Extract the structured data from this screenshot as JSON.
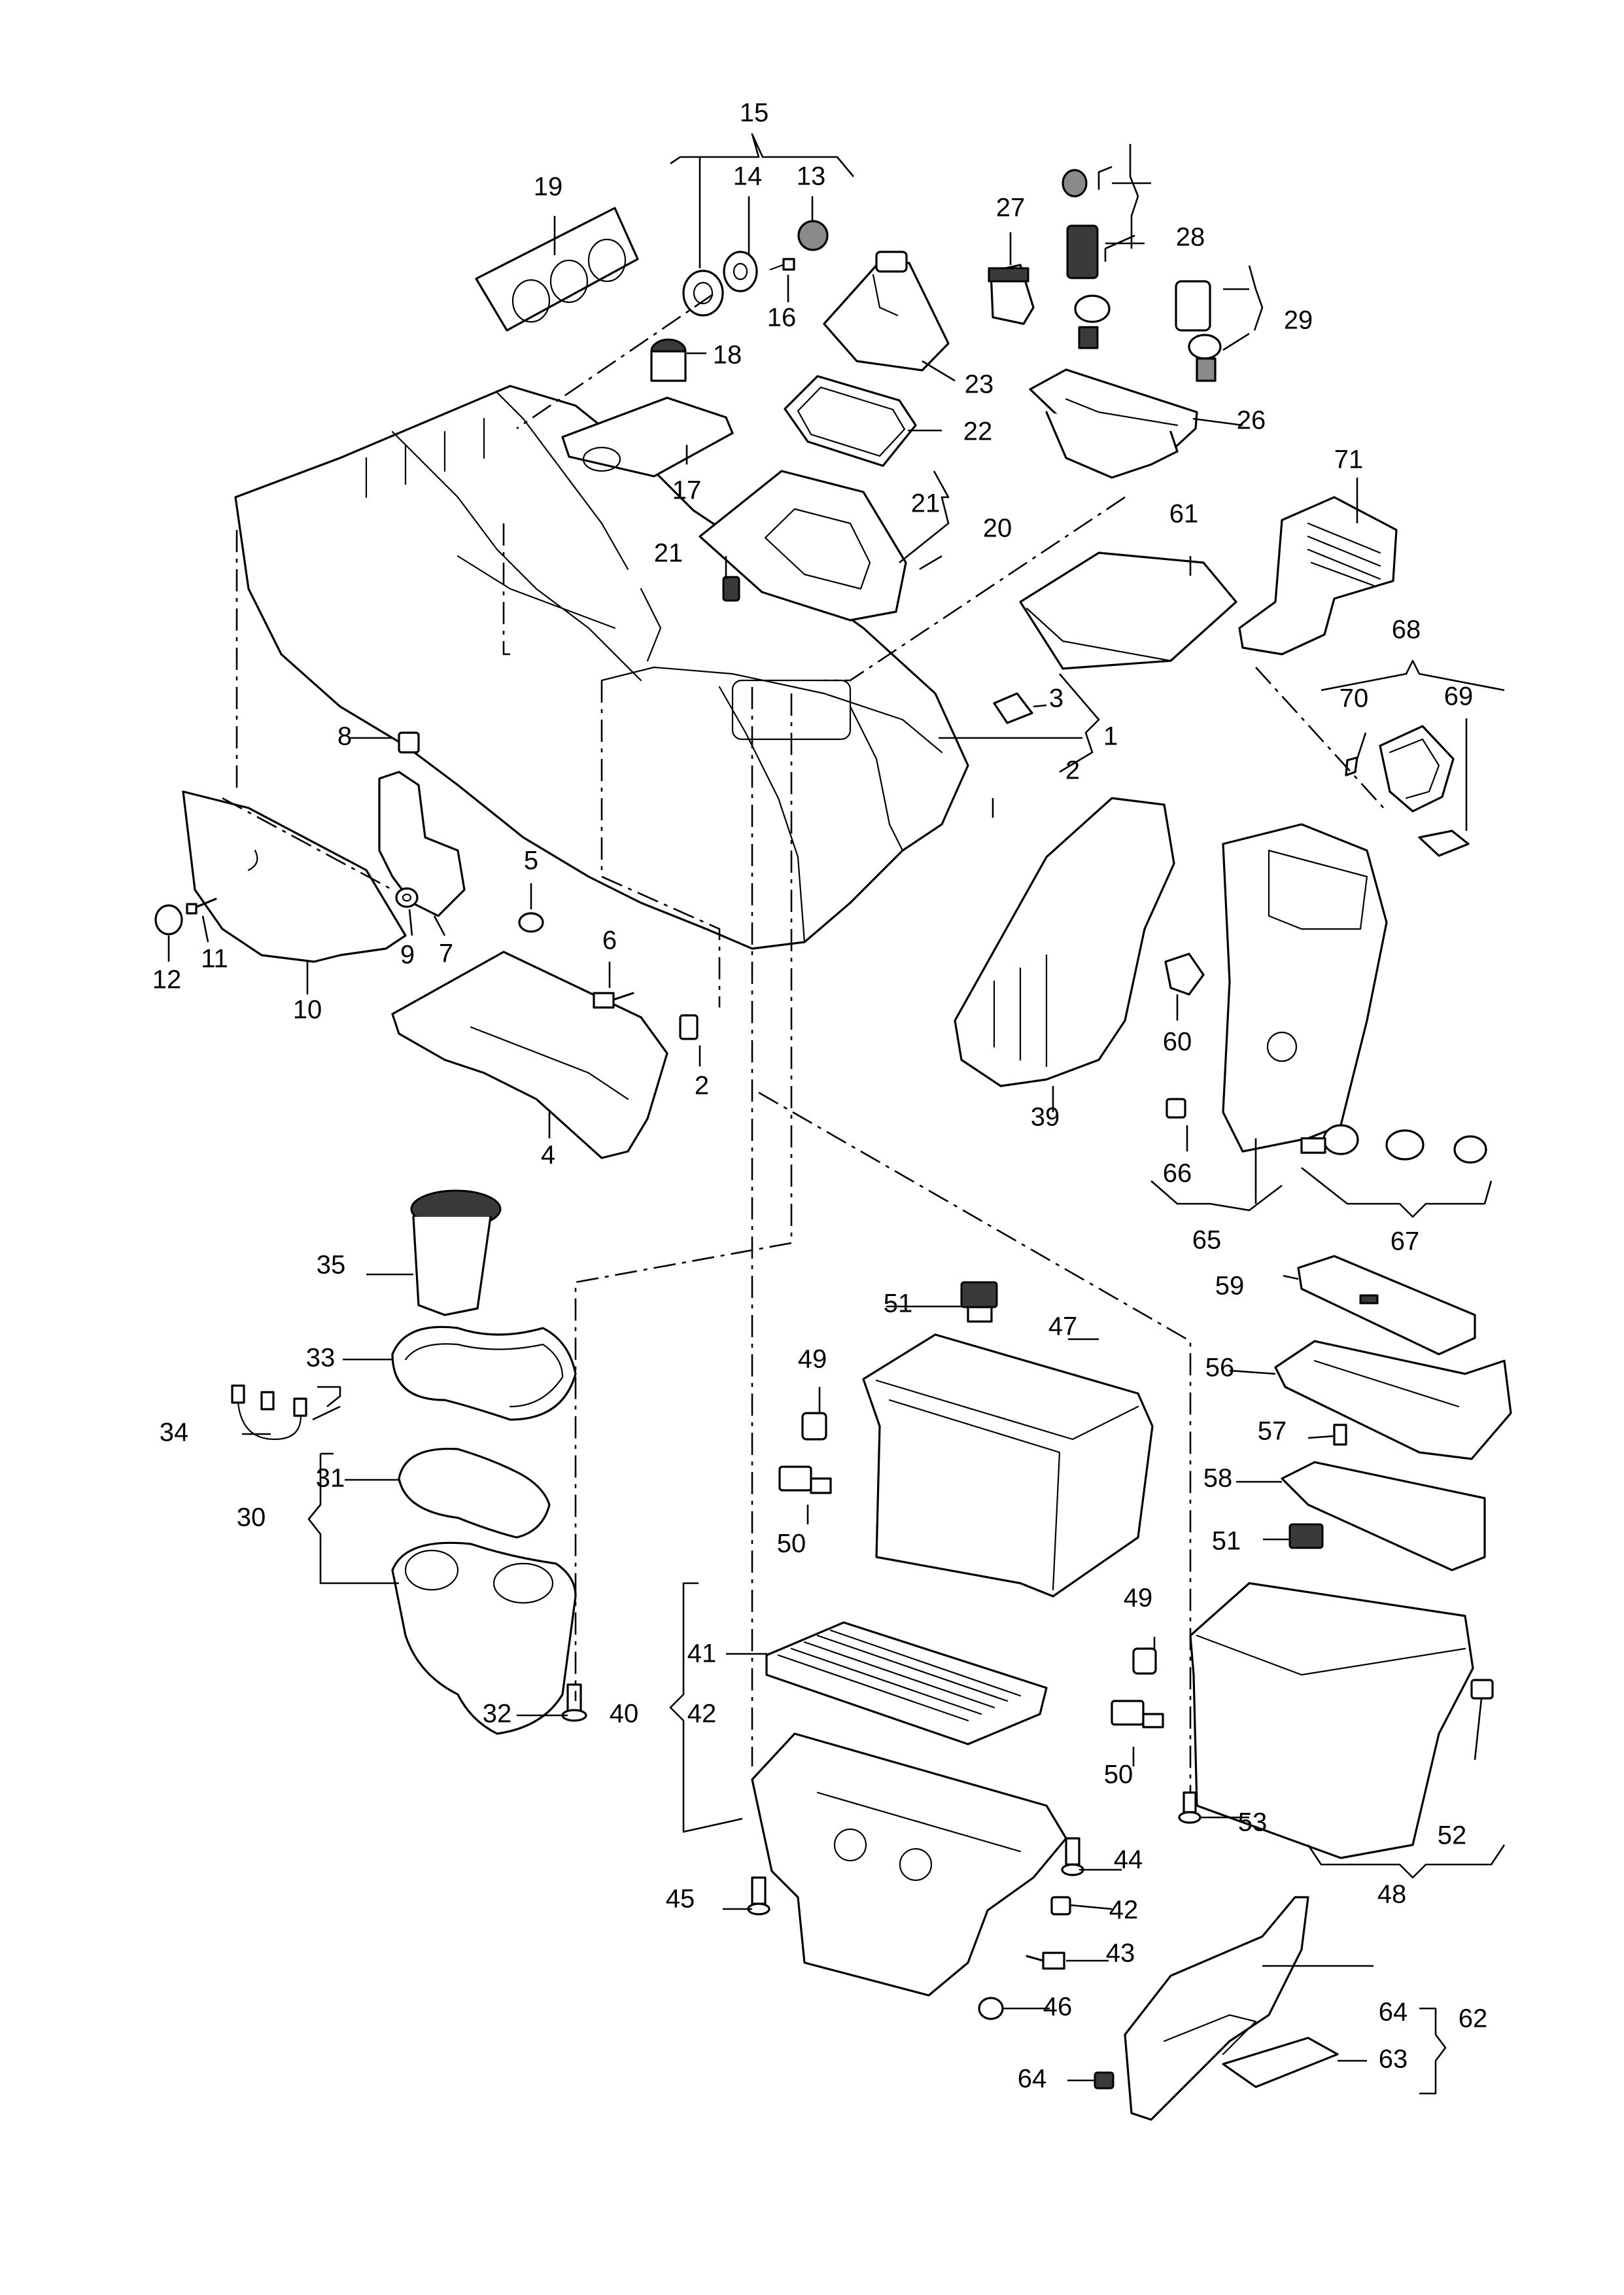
{
  "callouts": [
    {
      "id": "c1",
      "text": "1"
    },
    {
      "id": "c2a",
      "text": "2"
    },
    {
      "id": "c2b",
      "text": "2"
    },
    {
      "id": "c3",
      "text": "3"
    },
    {
      "id": "c4",
      "text": "4"
    },
    {
      "id": "c5",
      "text": "5"
    },
    {
      "id": "c6",
      "text": "6"
    },
    {
      "id": "c7",
      "text": "7"
    },
    {
      "id": "c8",
      "text": "8"
    },
    {
      "id": "c9",
      "text": "9"
    },
    {
      "id": "c10",
      "text": "10"
    },
    {
      "id": "c11",
      "text": "11"
    },
    {
      "id": "c12",
      "text": "12"
    },
    {
      "id": "c13",
      "text": "13"
    },
    {
      "id": "c14",
      "text": "14"
    },
    {
      "id": "c15",
      "text": "15"
    },
    {
      "id": "c16",
      "text": "16"
    },
    {
      "id": "c17",
      "text": "17"
    },
    {
      "id": "c18",
      "text": "18"
    },
    {
      "id": "c19",
      "text": "19"
    },
    {
      "id": "c20",
      "text": "20"
    },
    {
      "id": "c21a",
      "text": "21"
    },
    {
      "id": "c21b",
      "text": "21"
    },
    {
      "id": "c22",
      "text": "22"
    },
    {
      "id": "c23",
      "text": "23"
    },
    {
      "id": "c26",
      "text": "26"
    },
    {
      "id": "c27",
      "text": "27"
    },
    {
      "id": "c28",
      "text": "28"
    },
    {
      "id": "c29",
      "text": "29"
    },
    {
      "id": "c30",
      "text": "30"
    },
    {
      "id": "c31",
      "text": "31"
    },
    {
      "id": "c32",
      "text": "32"
    },
    {
      "id": "c33",
      "text": "33"
    },
    {
      "id": "c34",
      "text": "34"
    },
    {
      "id": "c35",
      "text": "35"
    },
    {
      "id": "c39",
      "text": "39"
    },
    {
      "id": "c40",
      "text": "40"
    },
    {
      "id": "c41",
      "text": "41"
    },
    {
      "id": "c42a",
      "text": "42"
    },
    {
      "id": "c42b",
      "text": "42"
    },
    {
      "id": "c43",
      "text": "43"
    },
    {
      "id": "c44",
      "text": "44"
    },
    {
      "id": "c45",
      "text": "45"
    },
    {
      "id": "c46",
      "text": "46"
    },
    {
      "id": "c47",
      "text": "47"
    },
    {
      "id": "c48",
      "text": "48"
    },
    {
      "id": "c49a",
      "text": "49"
    },
    {
      "id": "c49b",
      "text": "49"
    },
    {
      "id": "c50a",
      "text": "50"
    },
    {
      "id": "c50b",
      "text": "50"
    },
    {
      "id": "c51a",
      "text": "51"
    },
    {
      "id": "c51b",
      "text": "51"
    },
    {
      "id": "c52",
      "text": "52"
    },
    {
      "id": "c53",
      "text": "53"
    },
    {
      "id": "c56",
      "text": "56"
    },
    {
      "id": "c57",
      "text": "57"
    },
    {
      "id": "c58",
      "text": "58"
    },
    {
      "id": "c59",
      "text": "59"
    },
    {
      "id": "c60",
      "text": "60"
    },
    {
      "id": "c61",
      "text": "61"
    },
    {
      "id": "c62",
      "text": "62"
    },
    {
      "id": "c63",
      "text": "63"
    },
    {
      "id": "c64a",
      "text": "64"
    },
    {
      "id": "c64b",
      "text": "64"
    },
    {
      "id": "c65",
      "text": "65"
    },
    {
      "id": "c66",
      "text": "66"
    },
    {
      "id": "c67",
      "text": "67"
    },
    {
      "id": "c68",
      "text": "68"
    },
    {
      "id": "c69",
      "text": "69"
    },
    {
      "id": "c70",
      "text": "70"
    },
    {
      "id": "c71",
      "text": "71"
    }
  ]
}
